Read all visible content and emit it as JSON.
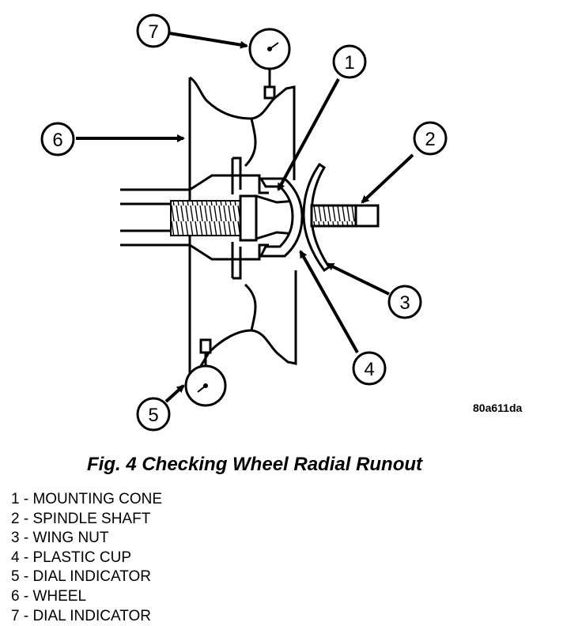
{
  "figure": {
    "image_code": "80a611da",
    "caption": "Fig. 4 Checking Wheel Radial Runout"
  },
  "callouts": [
    {
      "number": "1"
    },
    {
      "number": "2"
    },
    {
      "number": "3"
    },
    {
      "number": "4"
    },
    {
      "number": "5"
    },
    {
      "number": "6"
    },
    {
      "number": "7"
    }
  ],
  "legend": [
    "1 - MOUNTING CONE",
    "2 - SPINDLE SHAFT",
    "3 - WING NUT",
    "4 - PLASTIC CUP",
    "5 - DIAL INDICATOR",
    "6 - WHEEL",
    "7 - DIAL INDICATOR"
  ]
}
